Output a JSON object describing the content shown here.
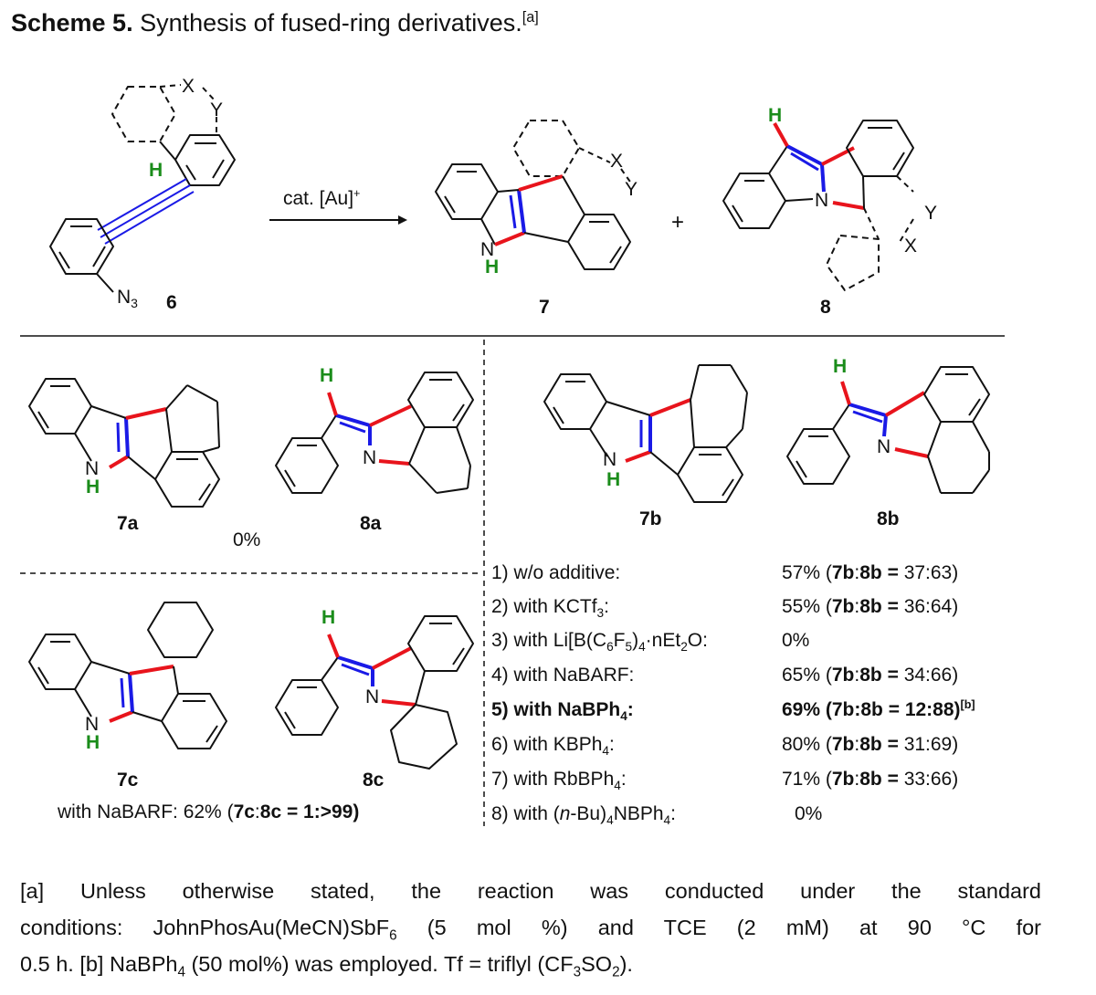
{
  "title": {
    "label": "Scheme 5.",
    "text": "Synthesis of fused-ring derivatives.",
    "note": "[a]"
  },
  "reaction": {
    "reagent": "cat. [Au]",
    "reagent_sup": "+",
    "plus": "+",
    "start_label": "6",
    "product1_label": "7",
    "product2_label": "8",
    "atoms": {
      "X": "X",
      "Y": "Y",
      "H": "H",
      "N": "N",
      "NH_H": "H",
      "N3": "N",
      "N3_sub": "3"
    }
  },
  "examples": {
    "7a": "7a",
    "8a": "8a",
    "7b": "7b",
    "8b": "8b",
    "7c": "7c",
    "8c": "8c",
    "yield_a": "0%",
    "c_result": {
      "prefix": "with NaBARF: 62% (",
      "c7": "7c",
      "colon": ":",
      "c8": "8c",
      "eq": " = 1:>99)"
    }
  },
  "additives": [
    {
      "num": "1)",
      "text": "w/o additive:",
      "yield": "57%",
      "ratio": "37:63",
      "bold": false,
      "note": ""
    },
    {
      "num": "2)",
      "text": "with KCTf",
      "sub": "3",
      "tail": ":",
      "yield": "55%",
      "ratio": "36:64",
      "bold": false,
      "note": ""
    },
    {
      "num": "3)",
      "text": "with Li[B(C",
      "yield": "0%",
      "bold": false
    },
    {
      "num": "4)",
      "text": "with NaBARF:",
      "yield": "65%",
      "ratio": "34:66",
      "bold": false,
      "note": ""
    },
    {
      "num": "5)",
      "text": "with NaBPh",
      "sub": "4",
      "tail": ":",
      "yield": "69%",
      "ratio": "12:88",
      "bold": true,
      "note": "[b]"
    },
    {
      "num": "6)",
      "text": "with KBPh",
      "sub": "4",
      "tail": ":",
      "yield": "80%",
      "ratio": "31:69",
      "bold": false,
      "note": ""
    },
    {
      "num": "7)",
      "text": "with RbBPh",
      "sub": "4",
      "tail": ":",
      "yield": "71%",
      "ratio": "33:66",
      "bold": false,
      "note": ""
    },
    {
      "num": "8)",
      "text": "with (",
      "yield": "0%",
      "bold": false
    }
  ],
  "ratio_labels": {
    "a": "7b",
    "b": "8b"
  },
  "row3_parts": {
    "c6": "6",
    "f5": "F",
    "f5sub": "5",
    "close": ")",
    "four": "4",
    "dot": "·nEt",
    "two": "2",
    "o": "O:"
  },
  "row8_parts": {
    "nbu": "n",
    "bu": "-Bu)",
    "four": "4",
    "nb": "NBPh",
    "four2": "4",
    "colon": ":"
  },
  "footnote": {
    "line1": "[a] Unless otherwise stated, the reaction was conducted under the standard",
    "line2": "conditions: JohnPhosAu(MeCN)SbF",
    "line2_sub": "6",
    "line2_tail": " (5 mol %) and TCE (2 mM) at 90 °C for",
    "line3": "0.5 h. [b] NaBPh",
    "line3_sub": "4",
    "line3_mid": " (50 mol%) was employed. Tf = triflyl (CF",
    "line3_sub2": "3",
    "line3_mid2": "SO",
    "line3_sub3": "2",
    "line3_end": ")."
  },
  "colors": {
    "bond_red": "#e8141c",
    "bond_blue": "#1a1ae6",
    "h_green": "#1a8c1a",
    "ink": "#111111"
  }
}
